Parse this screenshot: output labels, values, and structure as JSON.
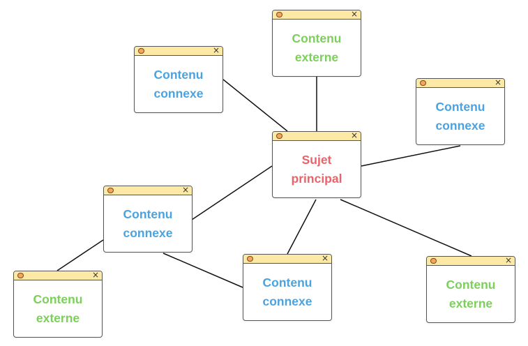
{
  "colors": {
    "main_topic": "#e8646a",
    "related_content": "#4aa3e0",
    "external_content": "#7ccf5a",
    "titlebar": "#fde9a6",
    "border": "#555555",
    "link": "#111111"
  },
  "icons": {
    "window_dot": "circle",
    "window_close": "×"
  },
  "nodes": {
    "main": {
      "label": "Sujet\nprincipal",
      "kind": "main_topic"
    },
    "related_top_left": {
      "label": "Contenu\nconnexe",
      "kind": "related_content"
    },
    "external_top": {
      "label": "Contenu\nexterne",
      "kind": "external_content"
    },
    "related_right": {
      "label": "Contenu\nconnexe",
      "kind": "related_content"
    },
    "related_left": {
      "label": "Contenu\nconnexe",
      "kind": "related_content"
    },
    "external_bottom_left": {
      "label": "Contenu\nexterne",
      "kind": "external_content"
    },
    "related_bottom": {
      "label": "Contenu\nconnexe",
      "kind": "related_content"
    },
    "external_bottom_right": {
      "label": "Contenu\nexterne",
      "kind": "external_content"
    }
  },
  "edges": [
    [
      "main",
      "related_top_left"
    ],
    [
      "main",
      "external_top"
    ],
    [
      "main",
      "related_right"
    ],
    [
      "main",
      "related_left"
    ],
    [
      "main",
      "related_bottom"
    ],
    [
      "main",
      "external_bottom_right"
    ],
    [
      "related_left",
      "external_bottom_left"
    ],
    [
      "related_left",
      "related_bottom"
    ]
  ]
}
